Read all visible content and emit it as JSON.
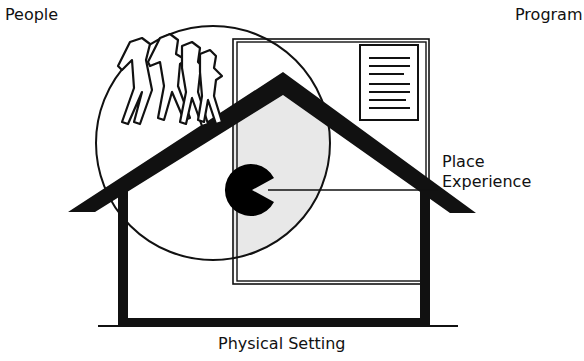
{
  "diagram": {
    "nodes": [
      {
        "text": [
          "People"
        ]
      },
      {
        "text": [
          "Program"
        ]
      },
      {
        "text": [
          "Physical Setting"
        ]
      }
    ],
    "labels": [
      "Place Experience"
    ]
  }
}
